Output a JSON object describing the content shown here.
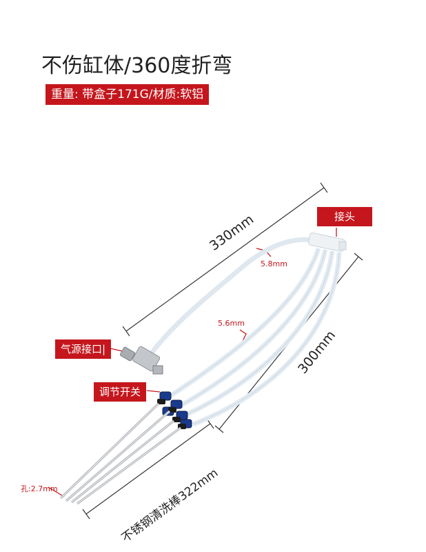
{
  "title": "不伤缸体/360度折弯",
  "spec": "重量: 带盒子171G/材质:软铝",
  "labels": {
    "connector": "接头",
    "air_inlet": "气源接口|",
    "adjust_switch": "调节开关"
  },
  "dimensions": {
    "top_length": "330mm",
    "right_length": "300mm",
    "bottom_length": "不锈钢清洗棒322mm",
    "tube_a": "5.8mm",
    "tube_b": "5.6mm",
    "hole": "孔:2.7mm"
  },
  "colors": {
    "accent_red": "#c4161c",
    "tube": "#e8eef4",
    "metal": "#b9bcc0",
    "fitting_blue": "#1a3a8c"
  }
}
